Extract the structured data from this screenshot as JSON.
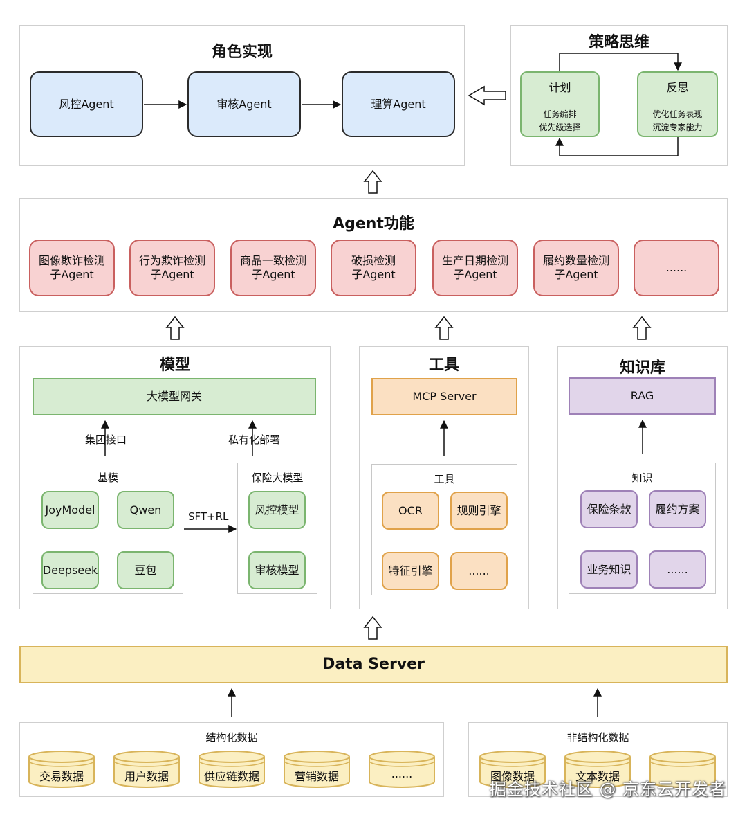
{
  "roles": {
    "title": "角色实现",
    "agents": [
      "风控Agent",
      "审核Agent",
      "理算Agent"
    ]
  },
  "strategy": {
    "title": "策略思维",
    "plan": {
      "label": "计划",
      "details": [
        "任务编排",
        "优先级选择"
      ]
    },
    "reflect": {
      "label": "反思",
      "details": [
        "优化任务表现",
        "沉淀专家能力"
      ]
    }
  },
  "functions": {
    "title": "Agent功能",
    "items": [
      [
        "图像欺诈检测",
        "子Agent"
      ],
      [
        "行为欺诈检测",
        "子Agent"
      ],
      [
        "商品一致检测",
        "子Agent"
      ],
      [
        "破损检测",
        "子Agent"
      ],
      [
        "生产日期检测",
        "子Agent"
      ],
      [
        "履约数量检测",
        "子Agent"
      ],
      [
        "......",
        ""
      ]
    ]
  },
  "model": {
    "title": "模型",
    "gateway": "大模型网关",
    "arrow_left_label": "集团接口",
    "arrow_right_label": "私有化部署",
    "base_title": "基模",
    "base_models": [
      "JoyModel",
      "Qwen",
      "Deepseek",
      "豆包"
    ],
    "sft_label": "SFT+RL",
    "insurance_title": "保险大模型",
    "insurance_models": [
      "风控模型",
      "审核模型"
    ]
  },
  "tools": {
    "title": "工具",
    "server": "MCP Server",
    "group_title": "工具",
    "items": [
      "OCR",
      "规则引擎",
      "特征引擎",
      "......"
    ]
  },
  "knowledge": {
    "title": "知识库",
    "rag": "RAG",
    "group_title": "知识",
    "items": [
      "保险条款",
      "履约方案",
      "业务知识",
      "......"
    ]
  },
  "data_server": {
    "label": "Data Server"
  },
  "structured": {
    "title": "结构化数据",
    "items": [
      "交易数据",
      "用户数据",
      "供应链数据",
      "营销数据",
      "......"
    ]
  },
  "unstructured": {
    "title": "非结构化数据",
    "items": [
      "图像数据",
      "文本数据",
      ""
    ]
  },
  "watermark": "掘金技术社区 @ 京东云开发者"
}
